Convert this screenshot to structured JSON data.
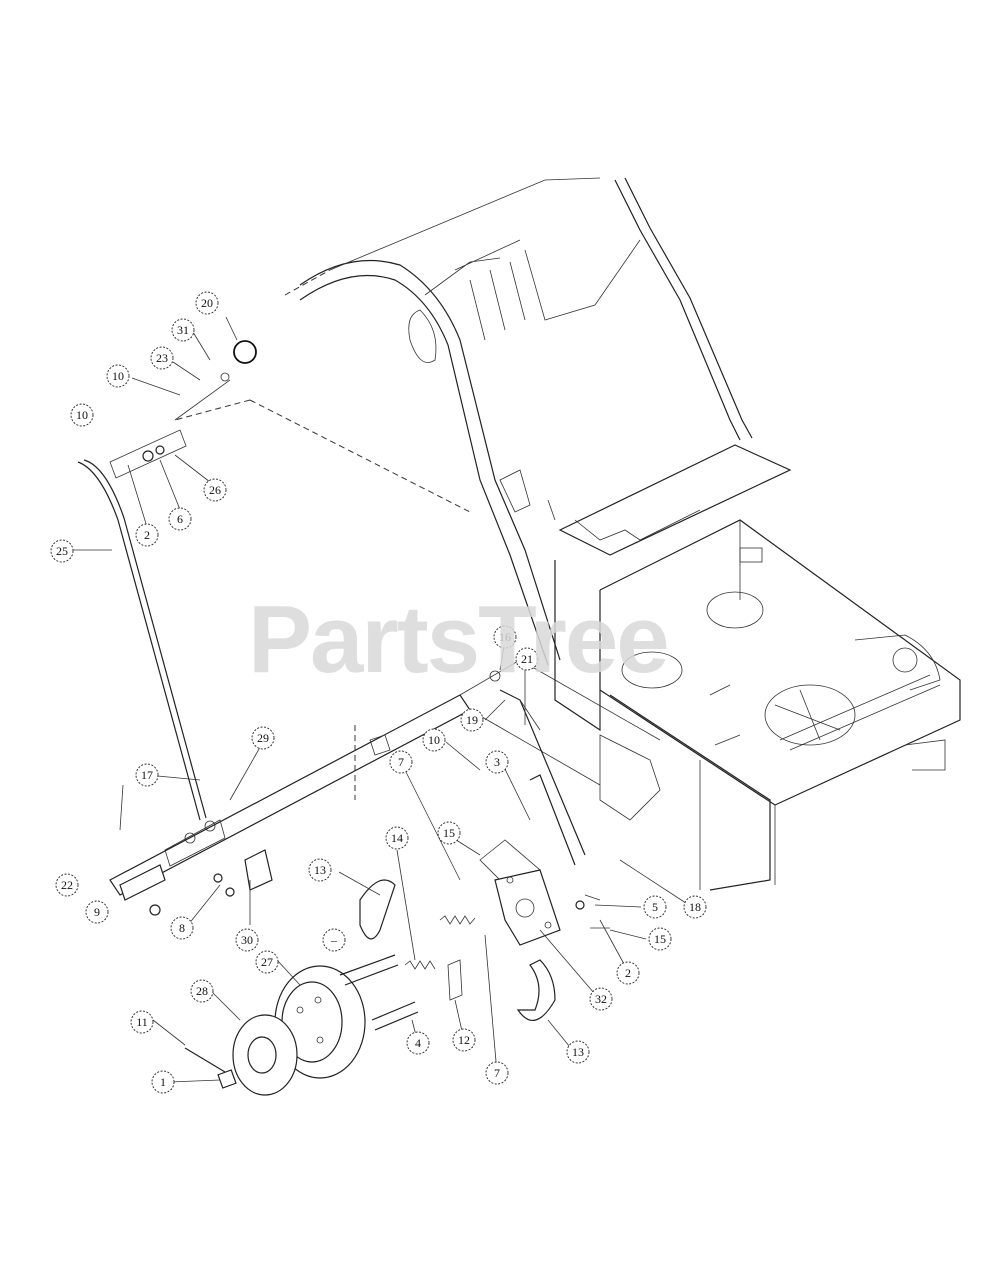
{
  "watermark": "PartsTree",
  "callouts": [
    "1",
    "2",
    "3",
    "4",
    "5",
    "6",
    "7",
    "8",
    "9",
    "10",
    "11",
    "12",
    "13",
    "14",
    "15",
    "16",
    "17",
    "18",
    "19",
    "20",
    "21",
    "22",
    "23",
    "25",
    "26",
    "27",
    "28",
    "29",
    "30",
    "31",
    "32"
  ],
  "callout_labels": [
    {
      "id": "20",
      "text": "20"
    },
    {
      "id": "31",
      "text": "31"
    },
    {
      "id": "23",
      "text": "23"
    },
    {
      "id": "10a",
      "text": "10"
    },
    {
      "id": "10b",
      "text": "10"
    },
    {
      "id": "26",
      "text": "26"
    },
    {
      "id": "2a",
      "text": "2"
    },
    {
      "id": "6",
      "text": "6"
    },
    {
      "id": "25",
      "text": "25"
    },
    {
      "id": "16",
      "text": "16"
    },
    {
      "id": "21",
      "text": "21"
    },
    {
      "id": "19",
      "text": "19"
    },
    {
      "id": "29",
      "text": "29"
    },
    {
      "id": "10c",
      "text": "10"
    },
    {
      "id": "3",
      "text": "3"
    },
    {
      "id": "17",
      "text": "17"
    },
    {
      "id": "7a",
      "text": "7"
    },
    {
      "id": "15a",
      "text": "15"
    },
    {
      "id": "14",
      "text": "14"
    },
    {
      "id": "13a",
      "text": "13"
    },
    {
      "id": "22",
      "text": "22"
    },
    {
      "id": "9",
      "text": "9"
    },
    {
      "id": "8",
      "text": "8"
    },
    {
      "id": "30",
      "text": "30"
    },
    {
      "id": "18",
      "text": "18"
    },
    {
      "id": "5",
      "text": "5"
    },
    {
      "id": "15b",
      "text": "15"
    },
    {
      "id": "2b",
      "text": "2"
    },
    {
      "id": "32",
      "text": "32"
    },
    {
      "id": "27",
      "text": "27"
    },
    {
      "id": "28",
      "text": "28"
    },
    {
      "id": "4",
      "text": "4"
    },
    {
      "id": "12",
      "text": "12"
    },
    {
      "id": "13b",
      "text": "13"
    },
    {
      "id": "11",
      "text": "11"
    },
    {
      "id": "1",
      "text": "1"
    },
    {
      "id": "7b",
      "text": "7"
    },
    {
      "id": "dash",
      "text": "–"
    }
  ]
}
